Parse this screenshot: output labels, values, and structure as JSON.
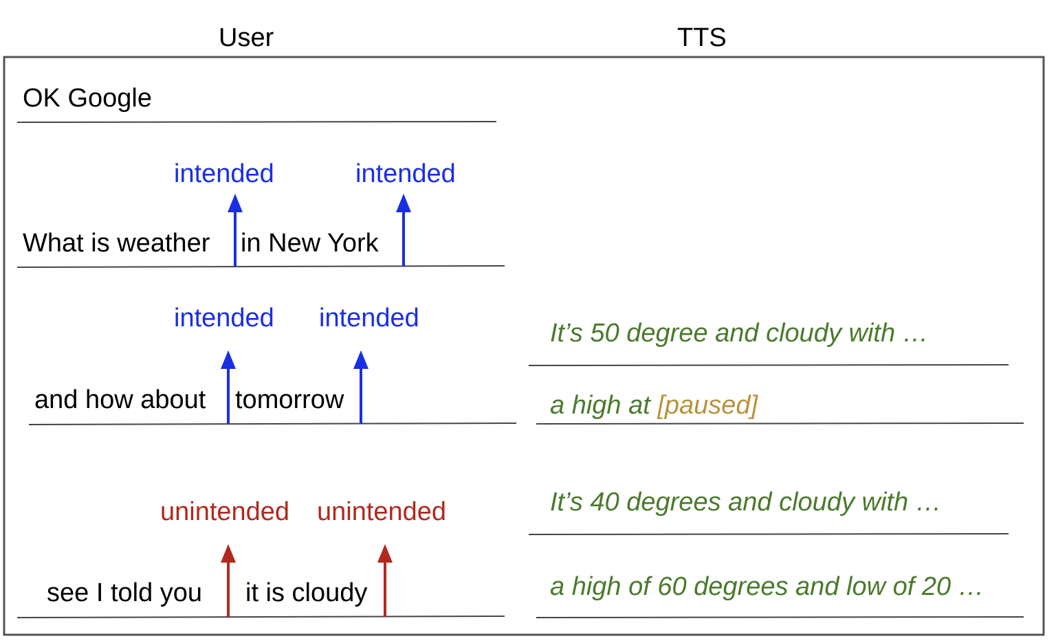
{
  "headers": {
    "user": "User",
    "tts": "TTS"
  },
  "colors": {
    "intended": "#1a2ee6",
    "unintended": "#b0291f",
    "tts_text": "#4a7a2c",
    "paused": "#b8933a",
    "line": "#444444",
    "frame": "#555555"
  },
  "user_rows": [
    {
      "text": "OK Google"
    },
    {
      "segments": [
        "What is weather",
        "in New York"
      ],
      "labels": [
        "intended",
        "intended"
      ]
    },
    {
      "segments": [
        "and how about",
        "tomorrow"
      ],
      "labels": [
        "intended",
        "intended"
      ]
    },
    {
      "segments": [
        "see I told you",
        "it is cloudy"
      ],
      "labels": [
        "unintended",
        "unintended"
      ]
    }
  ],
  "tts_rows": [
    {
      "text": "It’s 50 degree and cloudy with …"
    },
    {
      "text": "a high at ",
      "paused": "[paused]"
    },
    {
      "text": "It’s 40 degrees and cloudy with …"
    },
    {
      "text": "a high of 60 degrees and low of 20 …"
    }
  ]
}
